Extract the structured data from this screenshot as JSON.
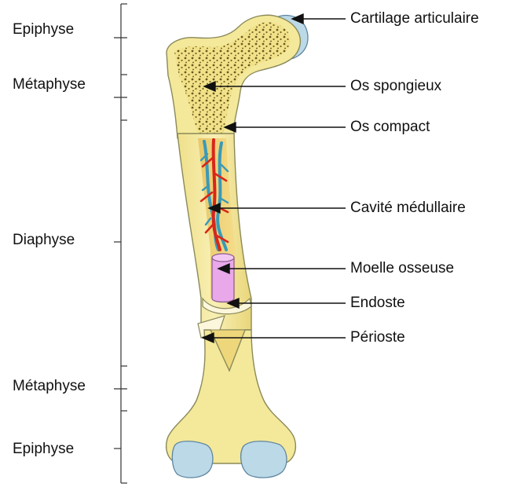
{
  "regions": {
    "epiphyse_top": "Epiphyse",
    "metaphyse_top": "Métaphyse",
    "diaphyse": "Diaphyse",
    "metaphyse_bottom": "Métaphyse",
    "epiphyse_bottom": "Epiphyse"
  },
  "parts": {
    "cartilage": "Cartilage articulaire",
    "spongieux": "Os spongieux",
    "compact": "Os compact",
    "cavite": "Cavité médullaire",
    "moelle": "Moelle osseuse",
    "endoste": "Endoste",
    "perioste": "Périoste"
  },
  "colors": {
    "bone": "#f4e89a",
    "bone_outline": "#8a8a5a",
    "spongy_dots": "#6b5a1e",
    "cartilage": "#bcd9e8",
    "marrow_pink": "#e8a8ea",
    "vessel_red": "#d8261a",
    "vessel_blue": "#3a9ab8",
    "cavity": "#d8b25a"
  }
}
